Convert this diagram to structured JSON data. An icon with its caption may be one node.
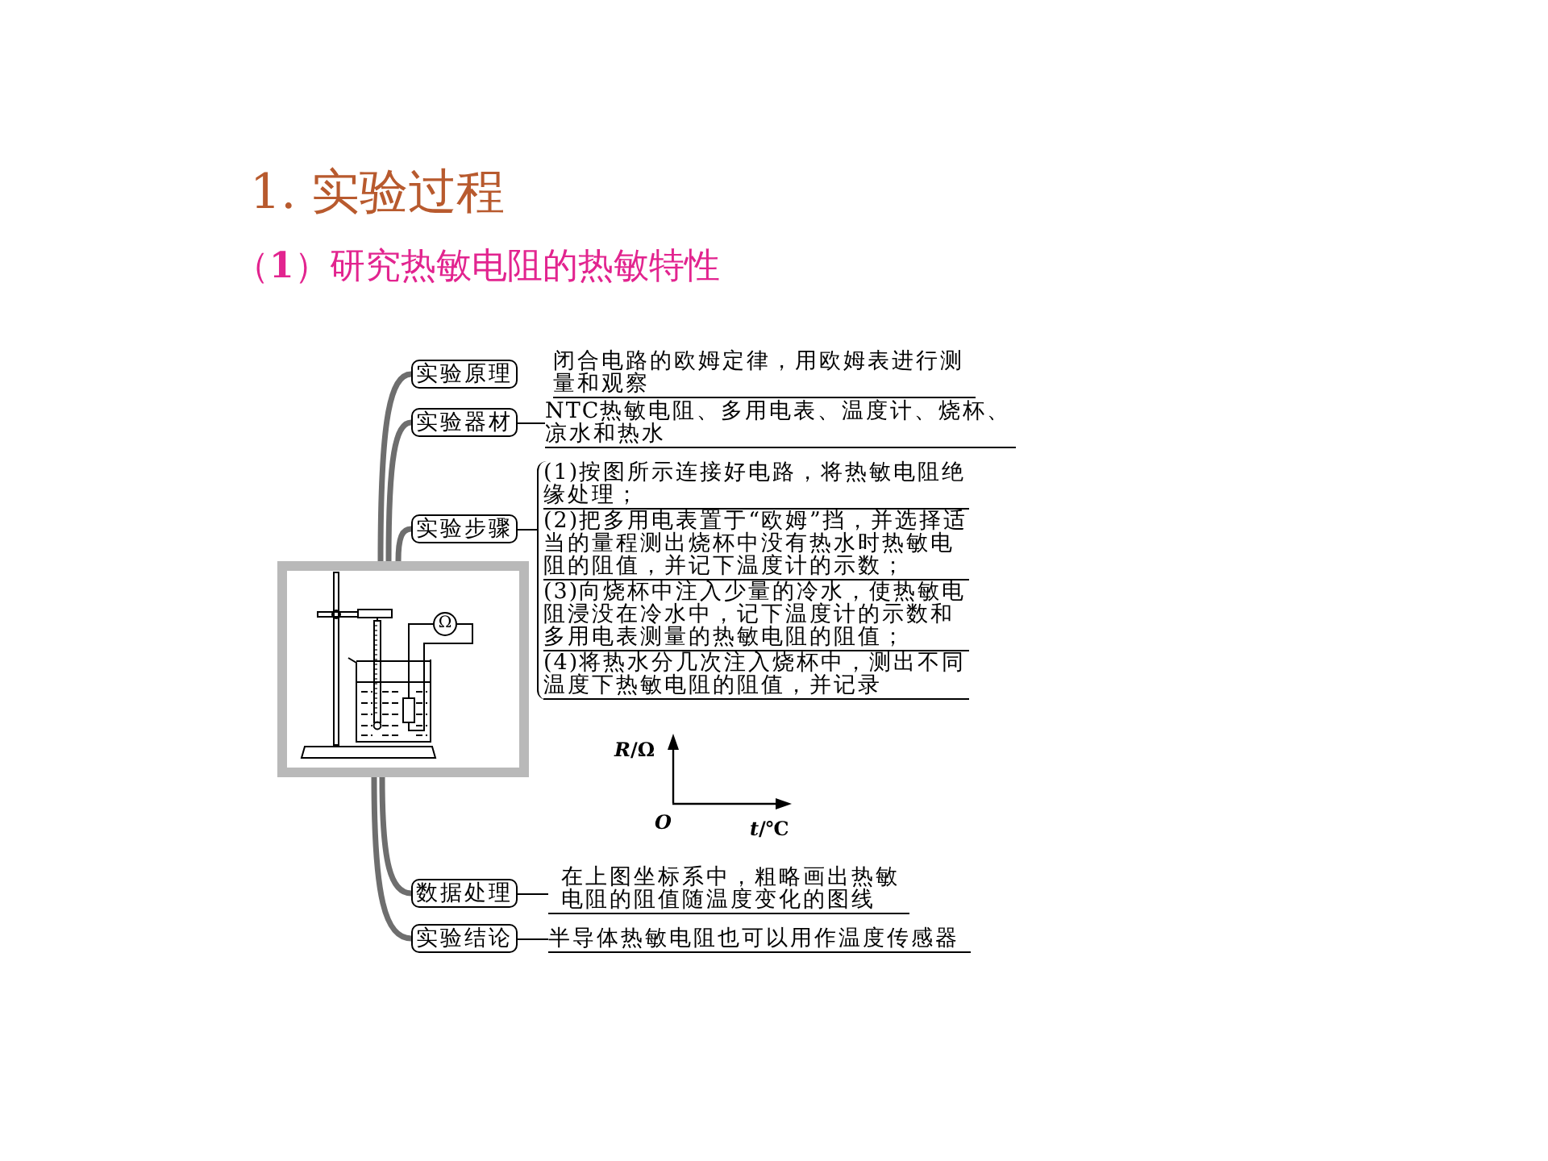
{
  "diagram": {
    "title": "1. 实验过程",
    "nodes": [
      {
        "text": [],
        "shape": "picture"
      },
      {
        "text": [
          "实验原理"
        ]
      },
      {
        "text": [
          "实验器材"
        ]
      },
      {
        "text": [
          "NTC热敏电阻、多用电表、温度计、烧杯、凉水和热水"
        ]
      },
      {
        "text": [
          "实验步骤"
        ]
      },
      {
        "text": [
          "(1)按图所示连接好电路，将热敏电阻绝缘处理；",
          "(2)把多用电表置于“欧姆”挡，并选择适当的量程测出烧杯中没有热水时热敏电阻的阻值，并记下温度计的示数；",
          "(3)向烧杯中注入少量的冷水，使热敏电阻浸没在冷水中，记下温度计的示数和多用电表测量的热敏电阻的阻值；",
          "(4)将热水分几次注入烧杯中，测出不同温度下热敏电阻的阻值，并记录"
        ]
      },
      {
        "text": [
          "数据处理"
        ]
      },
      {
        "text": [
          "在上图坐标系中，粗略画出热敏电阻的阻值随温度变化的图线"
        ]
      },
      {
        "text": [
          "实验结论"
        ]
      },
      {
        "text": [
          "半导体热敏电阻也可以用作温度传感器"
        ]
      }
    ],
    "edges": [
      {
        "from": 0,
        "to": 1,
        "arrow": "none"
      },
      {
        "from": 0,
        "to": 2,
        "arrow": "none"
      },
      {
        "from": 0,
        "to": 4,
        "arrow": "none"
      },
      {
        "from": 0,
        "to": 6,
        "arrow": "none"
      },
      {
        "from": 0,
        "to": 8,
        "arrow": "none"
      },
      {
        "from": 2,
        "to": 3,
        "arrow": "none",
        "color": "#000000"
      },
      {
        "from": 4,
        "to": 5,
        "arrow": "none",
        "color": "#000000"
      },
      {
        "from": 6,
        "to": 7,
        "arrow": "none",
        "color": "#000000"
      },
      {
        "from": 8,
        "to": 9,
        "arrow": "none",
        "color": "#000000"
      }
    ],
    "labels": [
      "（**1**）研究热敏电阻的热敏特性",
      "闭合电路的欧姆定律，用欧姆表进行测量和观察",
      "Ω",
      "*R*/Ω",
      "O",
      "*t*/℃"
    ]
  }
}
